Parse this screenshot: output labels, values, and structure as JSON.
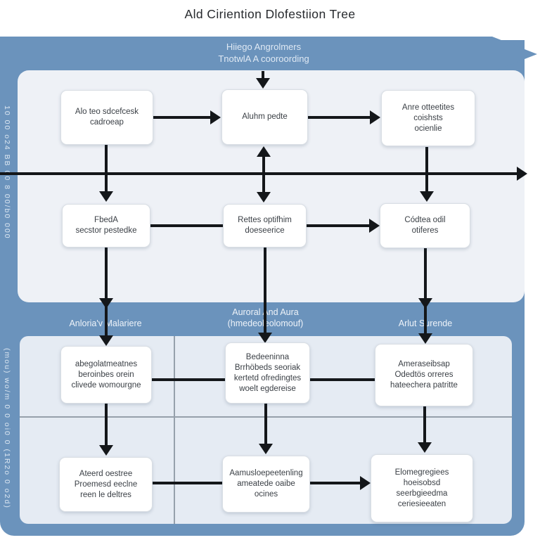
{
  "title": "Ald Ciriention Dlofestiion Tree",
  "banner": {
    "label": "Hiiego Angrolmers\nTnotwlA A cooroording"
  },
  "side_labels": {
    "upper": "10 00 o24 BB 00 8 00/b0 000",
    "lower": "(mou) wo/m 0 0 oi0 0 (1R2o 0 o2d)"
  },
  "band": {
    "left": "Anloria'v Malariere",
    "middle": "Auroral And Aura\n(hmedeoleolomouf)",
    "right": "Arlut Surende"
  },
  "top_section": {
    "row1": [
      "Alo teo sdcefcesk\ncadroeap",
      "Aluhm pedte",
      "Anre otteetites\ncoishsts\nocienlie"
    ],
    "row2": [
      "FbedA\nsecstor pestedke",
      "Rettes optifhim\ndoeseerice",
      "Códtea odil\notiferes"
    ]
  },
  "bottom_section": {
    "row1": [
      "abegolatmeatnes\nberoinbes orein\nclivede womourgne",
      "Bedeeninna\nBrrhöbeds seoriak\nkertetd ofredingtes\nwoelt egdereise",
      "Ameraseibsap\nOdedtös orreres\nhateechera patritte"
    ],
    "row2": [
      "Ateerd oestree\nProemesd eeclne\nreen le deltres",
      "Aamusloepeetenling\nameatede oaibe\nocines",
      "Elomegregiees\nhoeisobsd\nseerbgieedma\nceriesieeaten"
    ]
  },
  "colors": {
    "frame_blue": "#6b93bc",
    "panel_upper": "#eef1f6",
    "panel_lower": "#e5ebf3",
    "arrow_dark": "#14171a",
    "divider_gray": "#96a0ab"
  }
}
